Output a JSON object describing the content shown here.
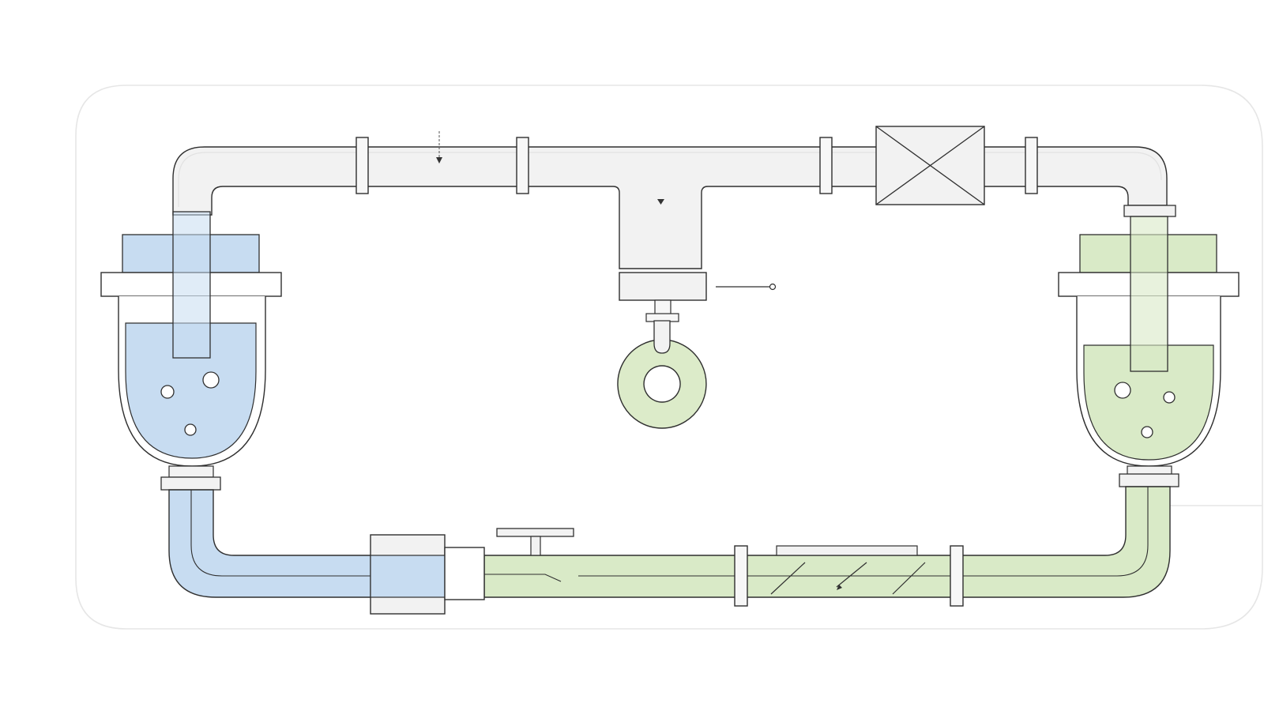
{
  "colors": {
    "background": "#ffffff",
    "frame_border": "#e3e3e3",
    "pipe_fill": "#f0f0f0",
    "outline": "#2f2f2f",
    "blue_liquid": "#c7dcf1",
    "green_liquid": "#d9eac7",
    "gauge_ring": "#dcebc9",
    "hatch_stroke": "#333333"
  },
  "components": {
    "left_vessel": {
      "liquid": "blue",
      "bubbles": 3
    },
    "right_vessel": {
      "liquid": "green",
      "bubbles": 3
    },
    "top_pipe": {
      "flanges": 4,
      "valve": "x-box",
      "tee": "center"
    },
    "bottom_pipe": {
      "segments": [
        "blue",
        "green"
      ],
      "flanges": 2,
      "reducer": "left-center",
      "hand_valve": true,
      "filter_section": "hatched"
    },
    "gauge": {
      "type": "ring",
      "connection": "tee-bottom"
    }
  }
}
